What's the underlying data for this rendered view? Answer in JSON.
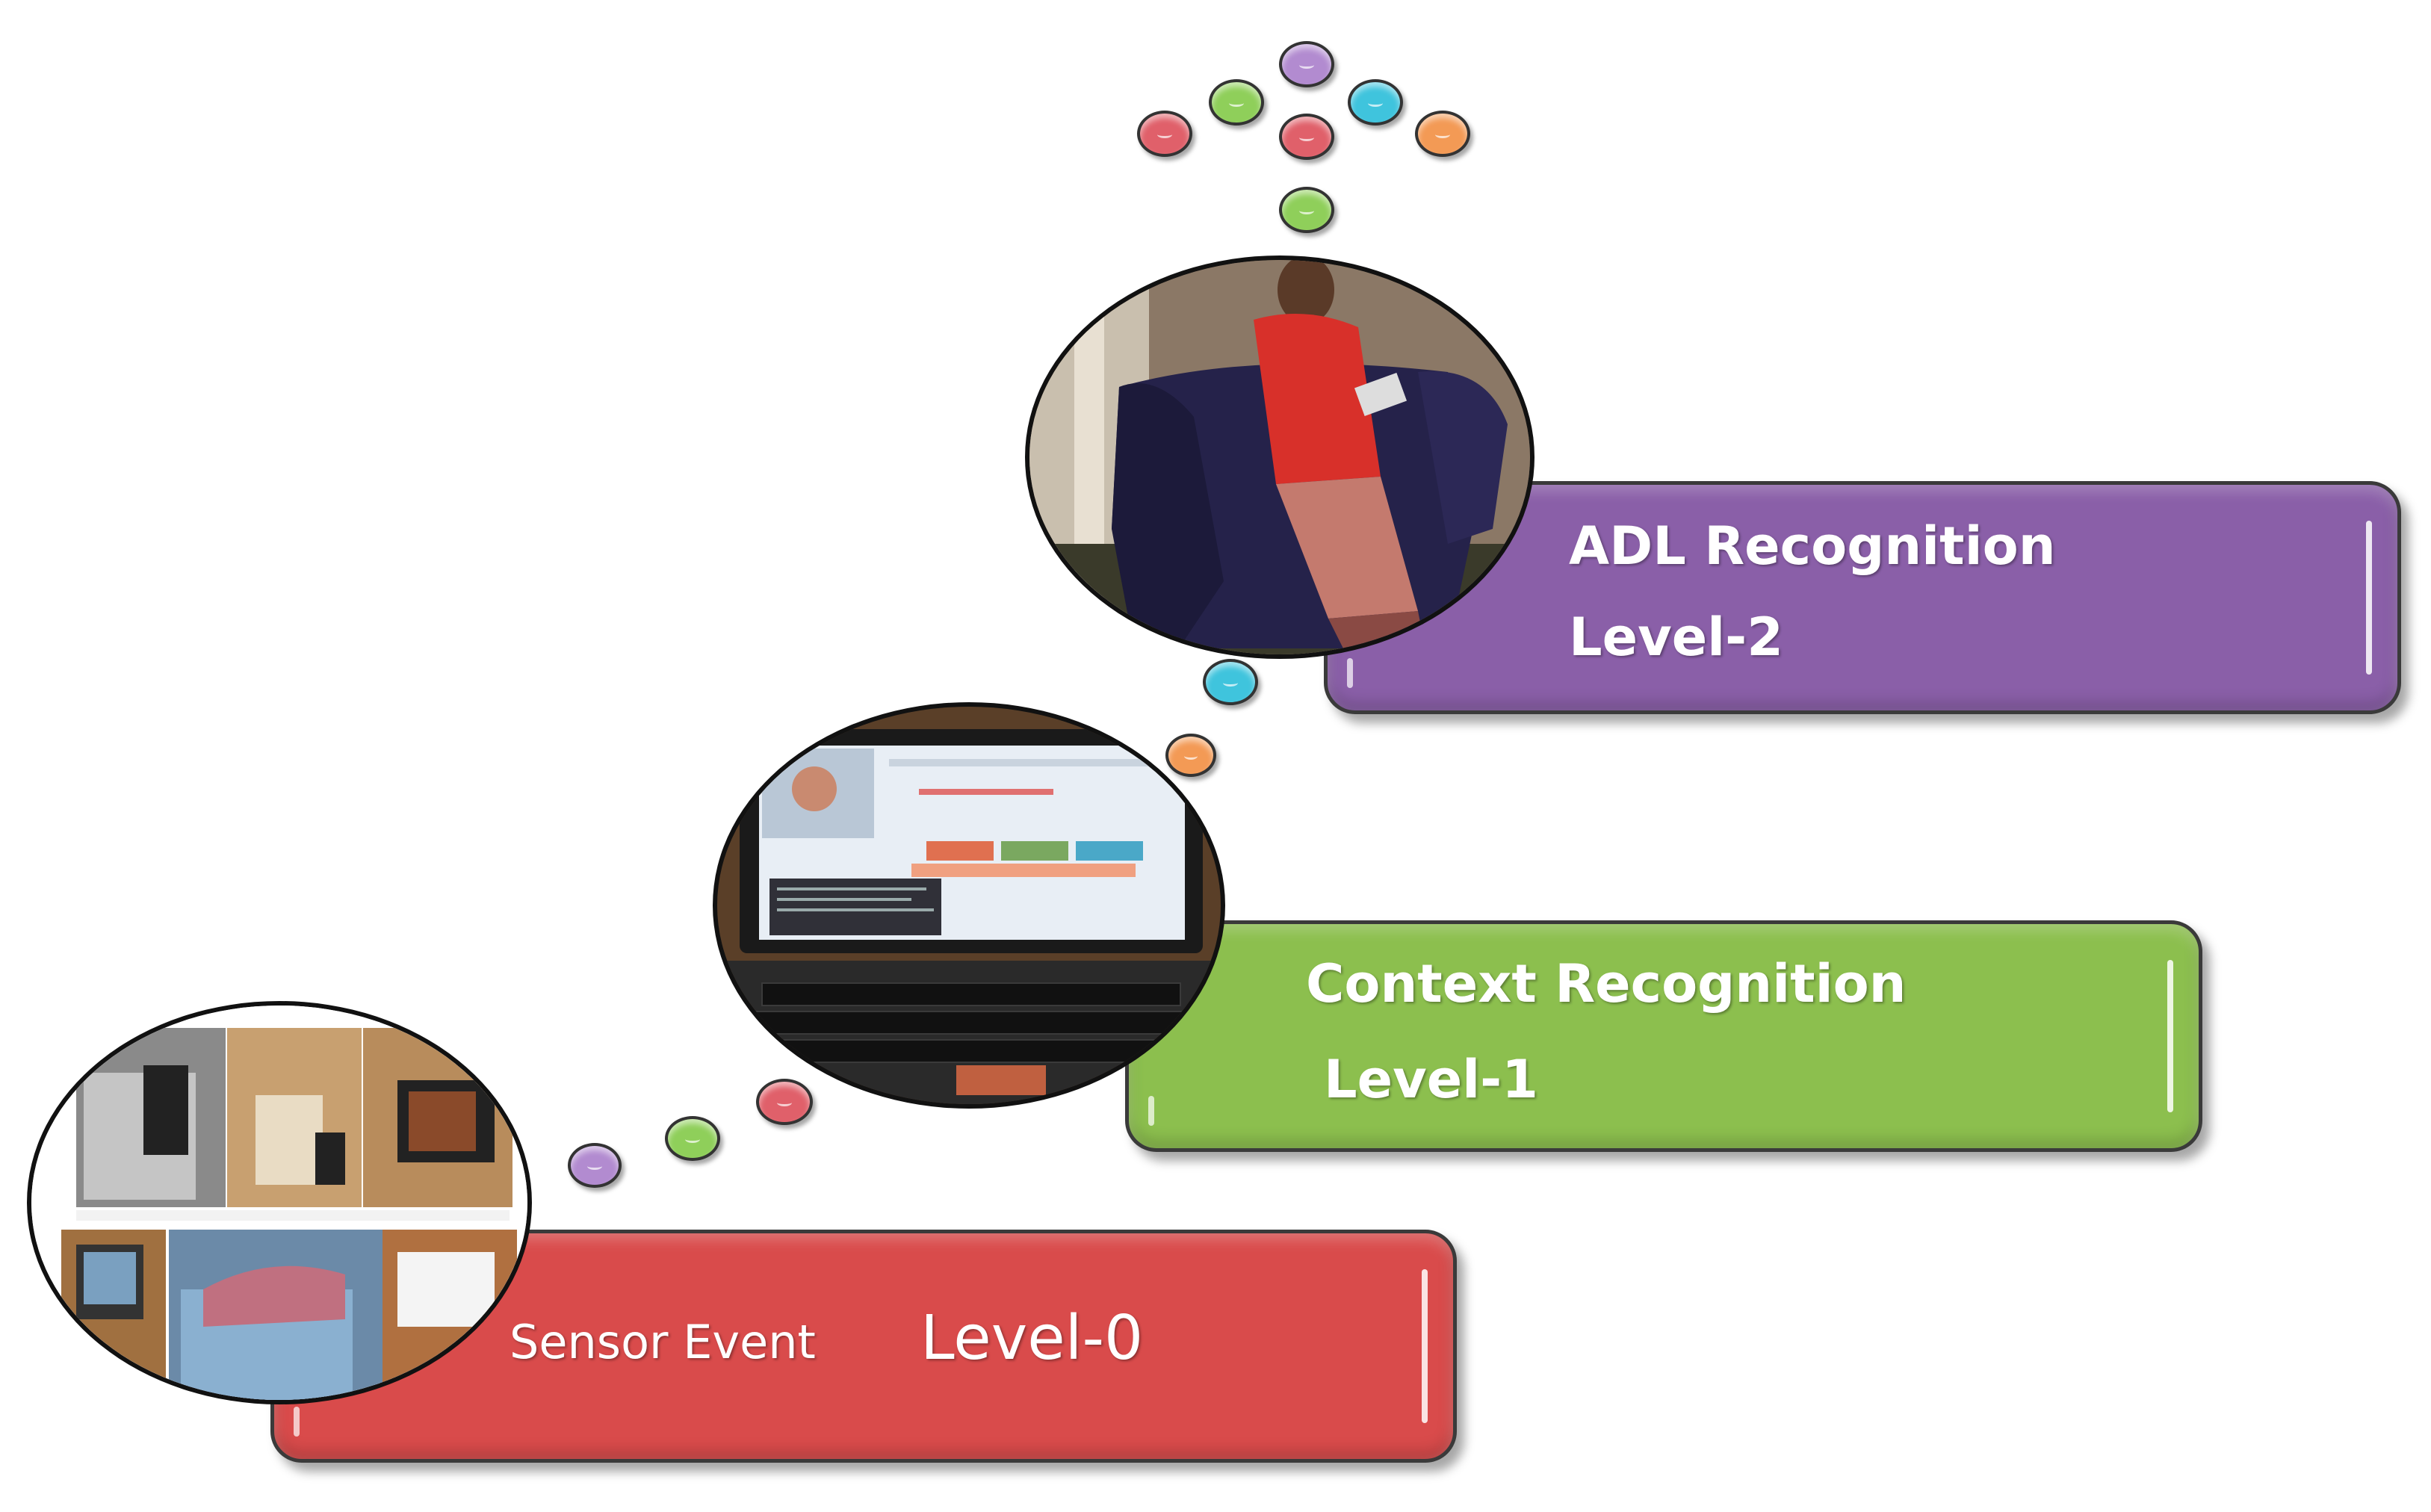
{
  "levels": {
    "level2": {
      "line1": "ADL Recognition",
      "line2": "Level-2",
      "color": "#8a5fa8"
    },
    "level1": {
      "line1": "Context Recognition",
      "line2": "Level-1",
      "color": "#8cbf4e"
    },
    "level0": {
      "line1": "Sensor Event",
      "line2": "Level-0",
      "color": "#d94b4b"
    }
  },
  "photos": {
    "level2": "person-on-sofa-photo",
    "level1": "laptop-photo",
    "level0": "sensor-devices-collage-photo"
  },
  "bubble_colors": {
    "purple": "#b28bd0",
    "green": "#8fcf5a",
    "red": "#e0606a",
    "cyan": "#3fc4dd",
    "orange": "#f39a55"
  }
}
